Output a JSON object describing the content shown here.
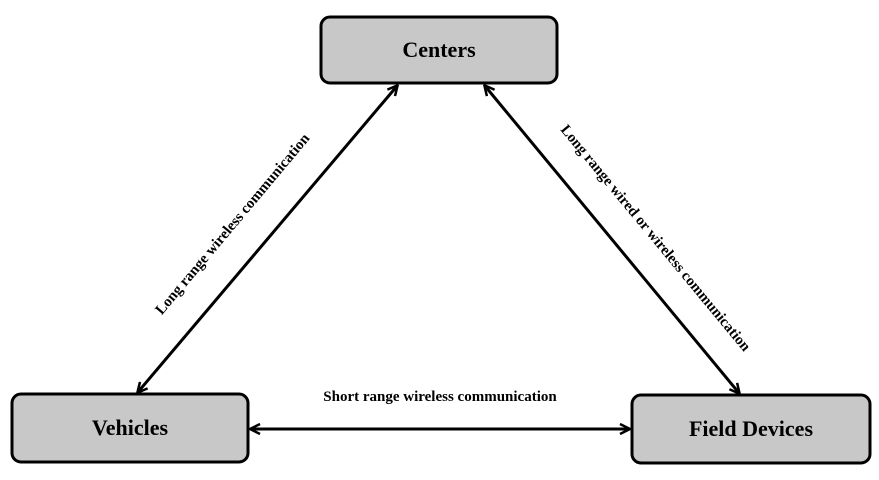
{
  "diagram": {
    "nodes": {
      "centers": "Centers",
      "vehicles": "Vehicles",
      "field_devices": "Field Devices"
    },
    "edges": {
      "centers_vehicles": "Long range wireless communication",
      "centers_field_devices": "Long range wired or wireless communication",
      "vehicles_field_devices": "Short range wireless communication"
    },
    "colors": {
      "node_fill": "#c8c8c8",
      "stroke": "#000000",
      "background": "#ffffff"
    }
  }
}
